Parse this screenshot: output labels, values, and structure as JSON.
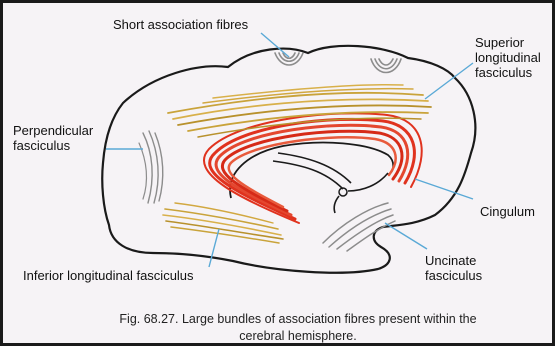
{
  "labels": {
    "short_association": "Short association fibres",
    "superior_line1": "Superior",
    "superior_line2": "longitudinal",
    "superior_line3": "fasciculus",
    "perpendicular_line1": "Perpendicular",
    "perpendicular_line2": "fasciculus",
    "cingulum": "Cingulum",
    "uncinate_line1": "Uncinate",
    "uncinate_line2": "fasciculus",
    "inferior_longitudinal": "Inferior longitudinal fasciculus"
  },
  "caption": {
    "line1": "Fig. 68.27. Large bundles of association fibres present within the",
    "line2": "cerebral hemisphere."
  },
  "colors": {
    "background": "#f6f3f6",
    "outline": "#1a1a1a",
    "pointer": "#5aa9d6",
    "cingulum_red": "#e0321e",
    "fasciculus_yellow": "#c9a33a",
    "grey_fibres": "#8c8c8c"
  }
}
